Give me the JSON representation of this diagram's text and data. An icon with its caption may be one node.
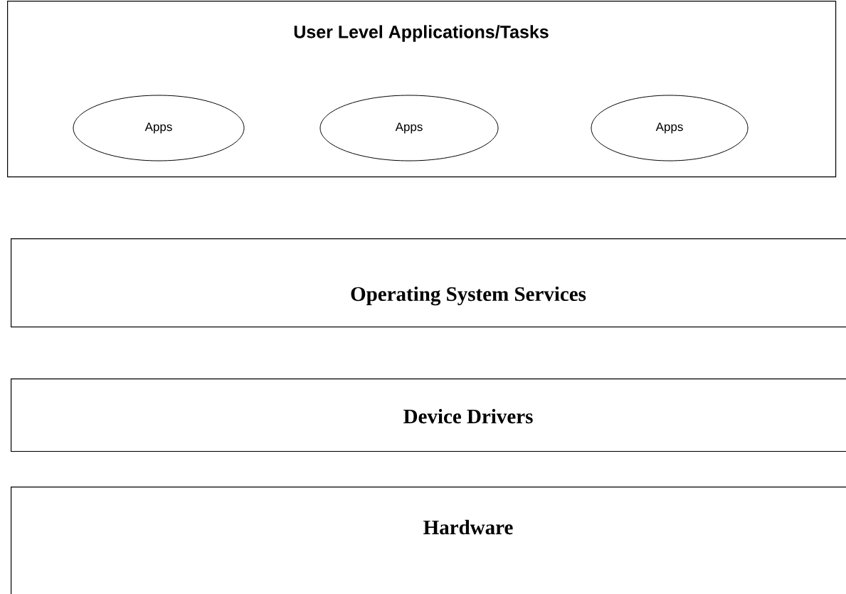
{
  "diagram": {
    "nodes": [
      {
        "text": [
          "User Level Applications/Tasks"
        ]
      },
      {
        "text": [
          "Apps"
        ],
        "in": 0
      },
      {
        "text": [
          "Apps"
        ],
        "in": 0
      },
      {
        "text": [
          "Apps"
        ],
        "in": 0
      },
      {
        "text": [
          "Operating System Services"
        ]
      },
      {
        "text": [
          "Device Drivers"
        ]
      },
      {
        "text": [
          "Hardware"
        ]
      }
    ],
    "edges": []
  }
}
